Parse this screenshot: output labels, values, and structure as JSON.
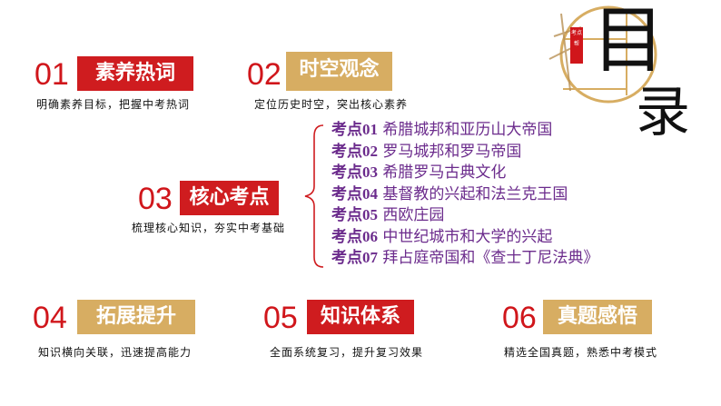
{
  "title": {
    "char1": "目",
    "char2": "录",
    "seal": "考点帮"
  },
  "sections": [
    {
      "num": "01",
      "label": "素养热词",
      "sub": "明确素养目标，把握中考热词",
      "color": "red"
    },
    {
      "num": "02",
      "label": "时空观念",
      "sub": "定位历史时空，突出核心素养",
      "color": "gold"
    },
    {
      "num": "03",
      "label": "核心考点",
      "sub": "梳理核心知识，夯实中考基础",
      "color": "red"
    },
    {
      "num": "04",
      "label": "拓展提升",
      "sub": "知识横向关联，迅速提高能力",
      "color": "gold"
    },
    {
      "num": "05",
      "label": "知识体系",
      "sub": "全面系统复习，提升复习效果",
      "color": "red"
    },
    {
      "num": "06",
      "label": "真题感悟",
      "sub": "精选全国真题，熟悉中考模式",
      "color": "gold"
    }
  ],
  "kaodian": [
    {
      "tag": "考点01",
      "text": "希腊城邦和亚历山大帝国"
    },
    {
      "tag": "考点02",
      "text": "罗马城邦和罗马帝国"
    },
    {
      "tag": "考点03",
      "text": "希腊罗马古典文化"
    },
    {
      "tag": "考点04",
      "text": "基督教的兴起和法兰克王国"
    },
    {
      "tag": "考点05",
      "text": "西欧庄园"
    },
    {
      "tag": "考点06",
      "text": "中世纪城市和大学的兴起"
    },
    {
      "tag": "考点07",
      "text": "拜占庭帝国和《查士丁尼法典》"
    }
  ],
  "colors": {
    "red": "#cf1c1f",
    "gold": "#d7ad62",
    "purple": "#6b2b8c"
  }
}
